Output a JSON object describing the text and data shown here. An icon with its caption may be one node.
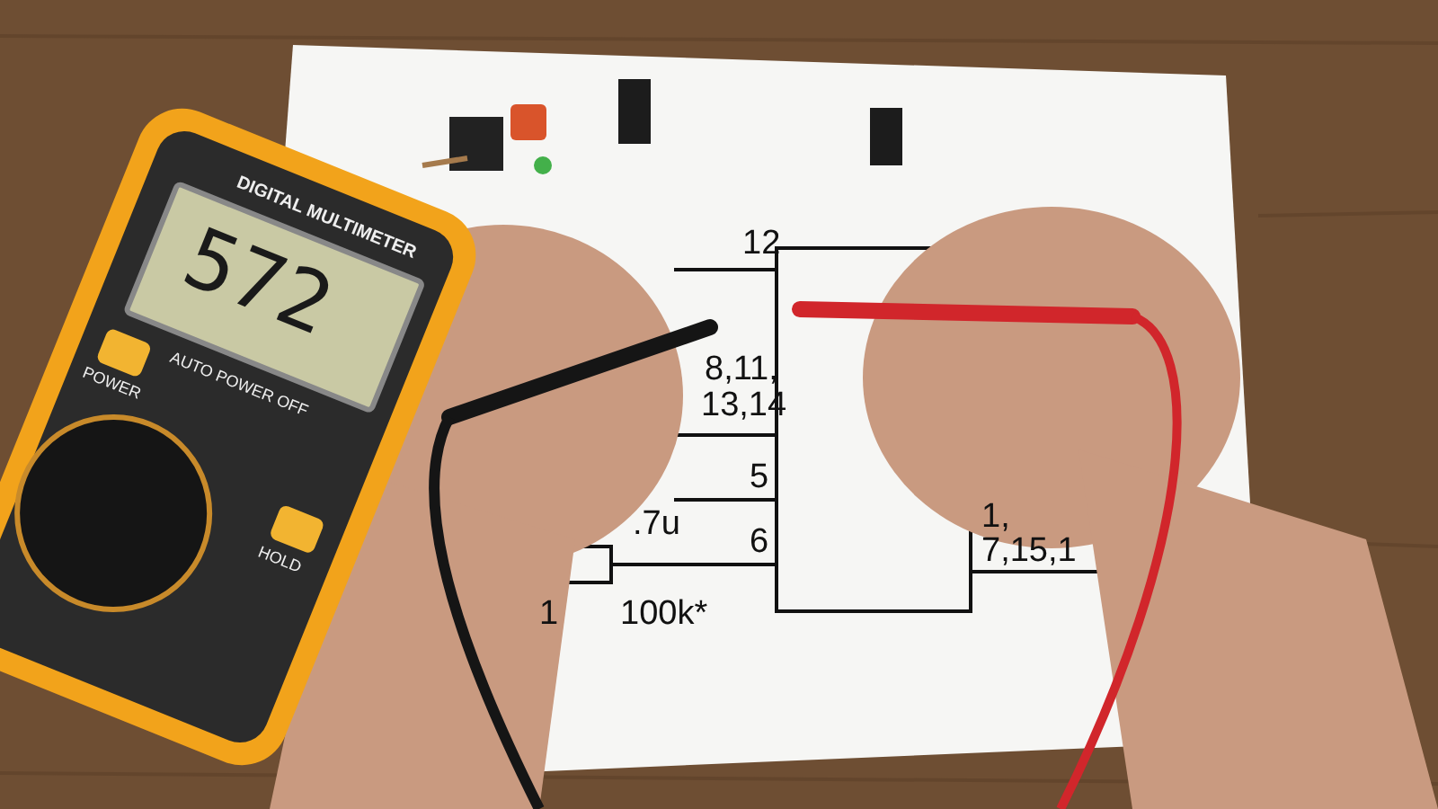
{
  "diagram": {
    "labels": [
      "DIGITAL MULTIMETER",
      "572",
      "AUTO POWER OFF",
      "POWER",
      "HOLD",
      "12",
      "8,11,",
      "13,14",
      "5",
      ".7u",
      "6",
      "1",
      "100k*",
      "1,",
      "7,15,1"
    ]
  }
}
